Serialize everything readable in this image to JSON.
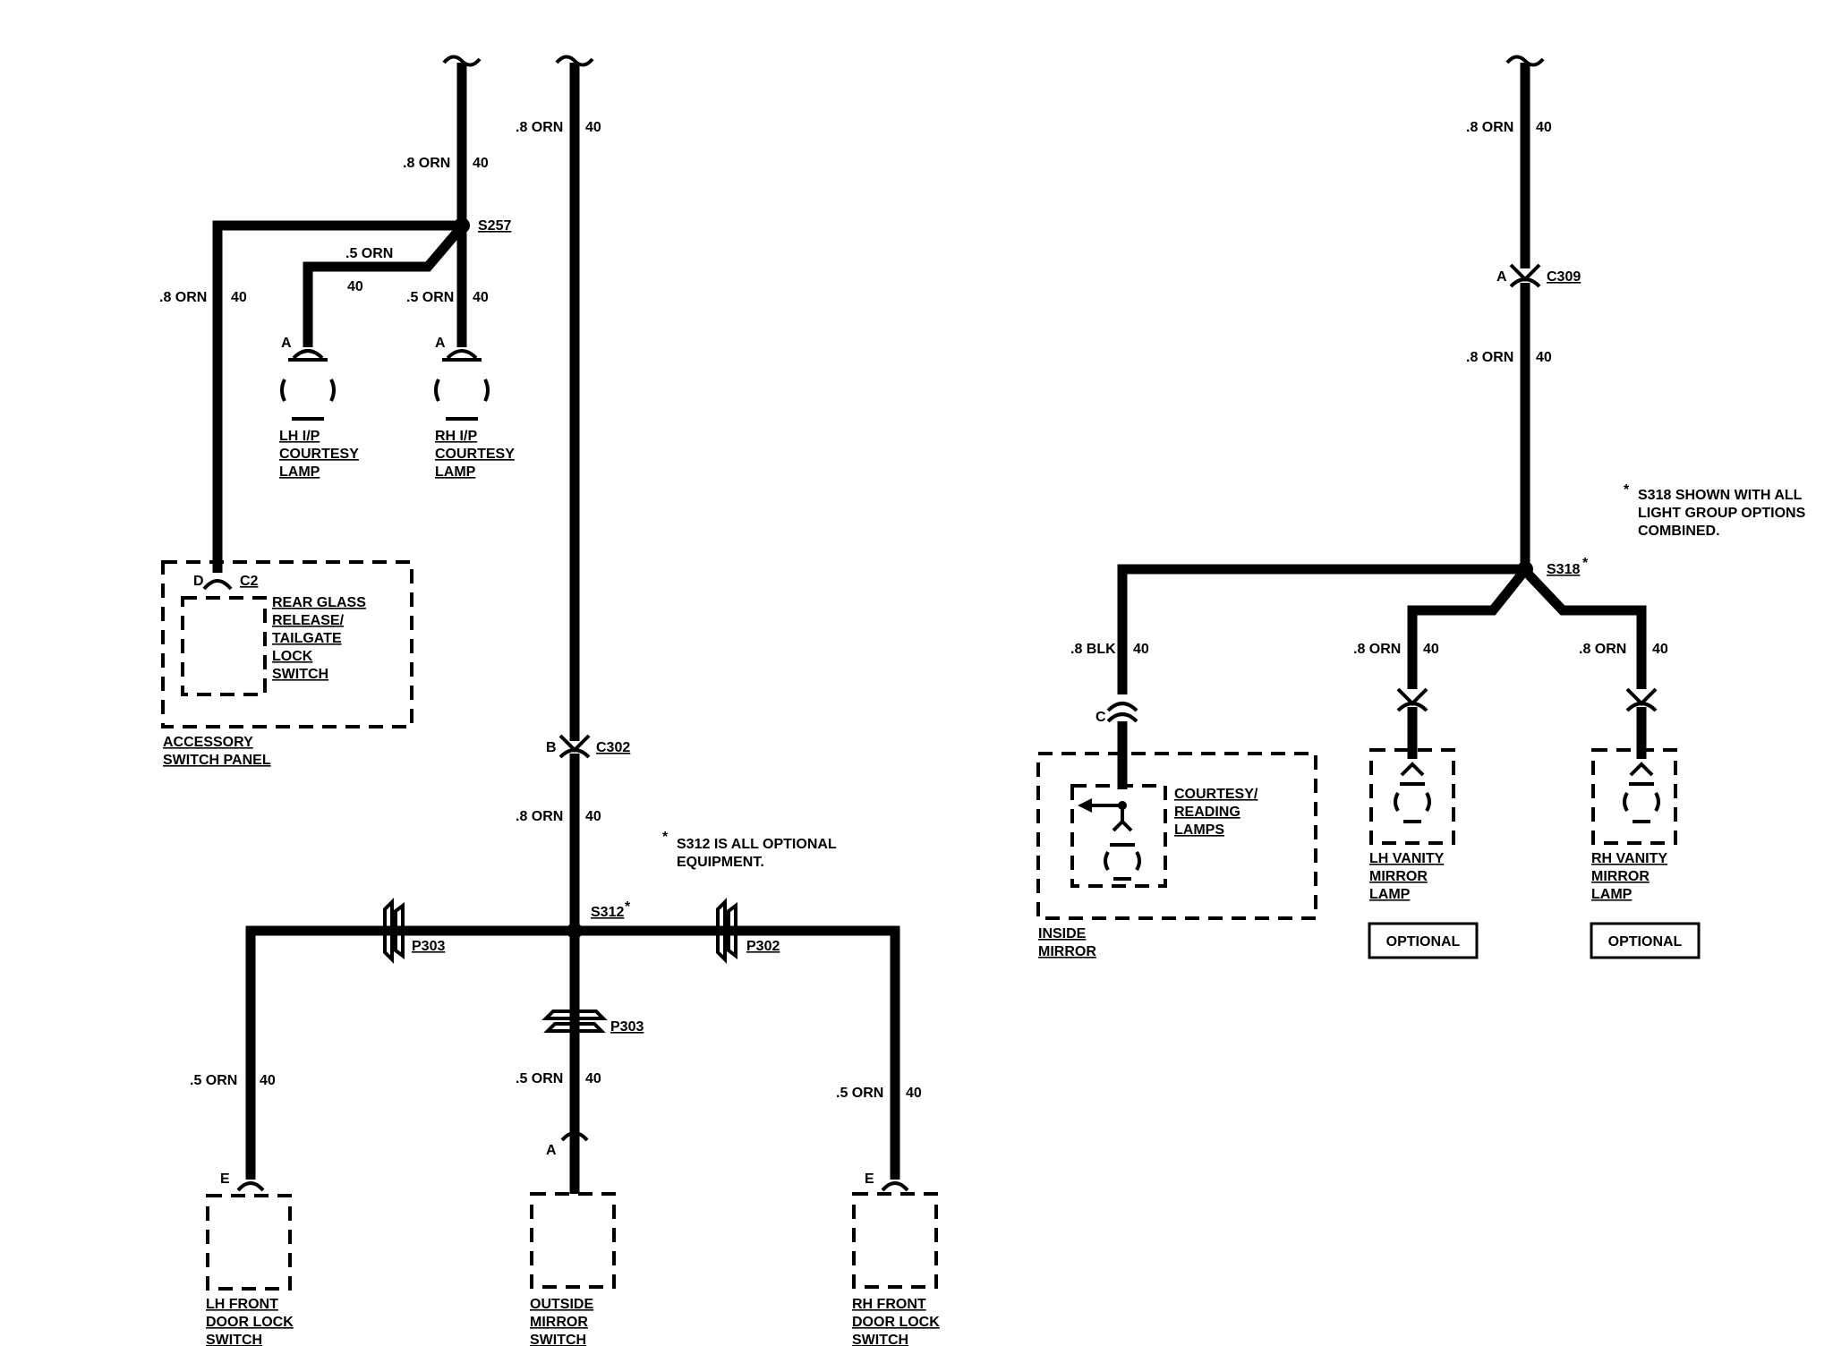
{
  "wires": {
    "w_40_top_left": ".8 ORN",
    "w_40_center_top": ".8 ORN",
    "w_40_rear_glass": ".8 ORN",
    "w_40_lh_ip_label": ".5 ORN",
    "w_40_rh_ip": ".5 ORN",
    "w_40_c302_below": ".8 ORN",
    "w_40_lh_door": ".5 ORN",
    "w_40_outside_mirror": ".5 ORN",
    "w_40_rh_door": ".5 ORN",
    "w_40_right_top": ".8 ORN",
    "w_40_c309_below": ".8 ORN",
    "w_40_inside_mirror": ".8 BLK",
    "w_40_lh_vanity": ".8 ORN",
    "w_40_rh_vanity": ".8 ORN",
    "circuit": "40"
  },
  "splices": {
    "s257": "S257",
    "s312": "S312",
    "s318": "S318",
    "star": "*"
  },
  "connectors": {
    "c302": "C302",
    "c309": "C309",
    "c2": "C2",
    "p303_left": "P303",
    "p302": "P302",
    "p303_center": "P303",
    "pin_a": "A",
    "pin_b": "B",
    "pin_c": "C",
    "pin_d": "D",
    "pin_e": "E"
  },
  "components": {
    "lh_ip": [
      "LH I/P",
      "COURTESY",
      "LAMP"
    ],
    "rh_ip": [
      "RH I/P",
      "COURTESY",
      "LAMP"
    ],
    "rear_glass": [
      "REAR GLASS",
      "RELEASE/",
      "TAILGATE",
      "LOCK",
      "SWITCH"
    ],
    "accessory_panel": [
      "ACCESSORY",
      "SWITCH PANEL"
    ],
    "lh_door": [
      "LH FRONT",
      "DOOR LOCK",
      "SWITCH"
    ],
    "outside_mirror": [
      "OUTSIDE",
      "MIRROR",
      "SWITCH"
    ],
    "rh_door": [
      "RH FRONT",
      "DOOR LOCK",
      "SWITCH"
    ],
    "courtesy_reading": [
      "COURTESY/",
      "READING",
      "LAMPS"
    ],
    "inside_mirror": [
      "INSIDE",
      "MIRROR"
    ],
    "lh_vanity": [
      "LH VANITY",
      "MIRROR",
      "LAMP"
    ],
    "rh_vanity": [
      "RH VANITY",
      "MIRROR",
      "LAMP"
    ],
    "optional": "OPTIONAL"
  },
  "notes": {
    "s312_note": [
      "S312 IS ALL OPTIONAL",
      "EQUIPMENT."
    ],
    "s318_note": [
      "S318 SHOWN WITH ALL",
      "LIGHT GROUP OPTIONS",
      "COMBINED."
    ]
  }
}
